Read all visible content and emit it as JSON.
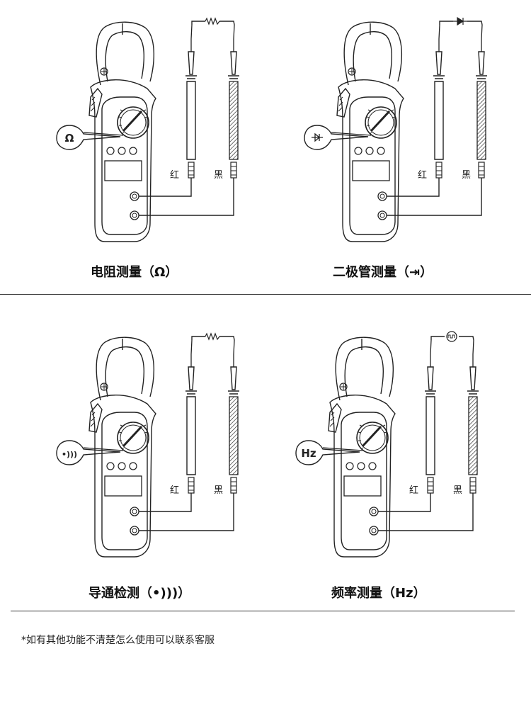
{
  "panels": [
    {
      "symbol": "Ω",
      "caption": "电阻测量（Ω）",
      "component": "resistor"
    },
    {
      "symbol": "",
      "caption": "二极管测量（⇥）",
      "component": "diode"
    },
    {
      "symbol": "•)))",
      "caption": "导通检测（•)))）",
      "component": "resistor"
    },
    {
      "symbol": "Hz",
      "caption": "频率测量（Hz）",
      "component": "signal"
    }
  ],
  "probe_labels": {
    "red": "红",
    "black": "黑"
  },
  "footnote": "*如有其他功能不清楚怎么使用可以联系客服",
  "colors": {
    "line": "#222222",
    "background": "#ffffff"
  }
}
